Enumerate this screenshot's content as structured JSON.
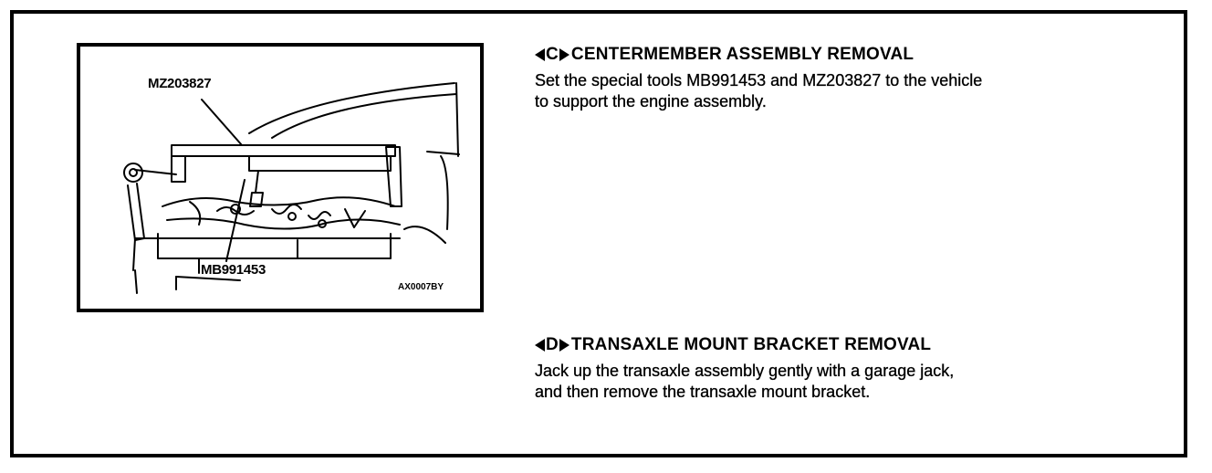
{
  "figure": {
    "label_top": "MZ203827",
    "label_bottom": "MB991453",
    "figure_code": "AX0007BY"
  },
  "sections": [
    {
      "marker_letter": "C",
      "heading": "CENTERMEMBER ASSEMBLY REMOVAL",
      "body_lines": [
        "Set the special tools MB991453 and MZ203827 to the vehicle",
        "to support the engine assembly."
      ]
    },
    {
      "marker_letter": "D",
      "heading": "TRANSAXLE MOUNT BRACKET REMOVAL",
      "body_lines": [
        "Jack up the transaxle assembly gently with a garage jack,",
        "and then remove the transaxle mount bracket."
      ]
    }
  ]
}
